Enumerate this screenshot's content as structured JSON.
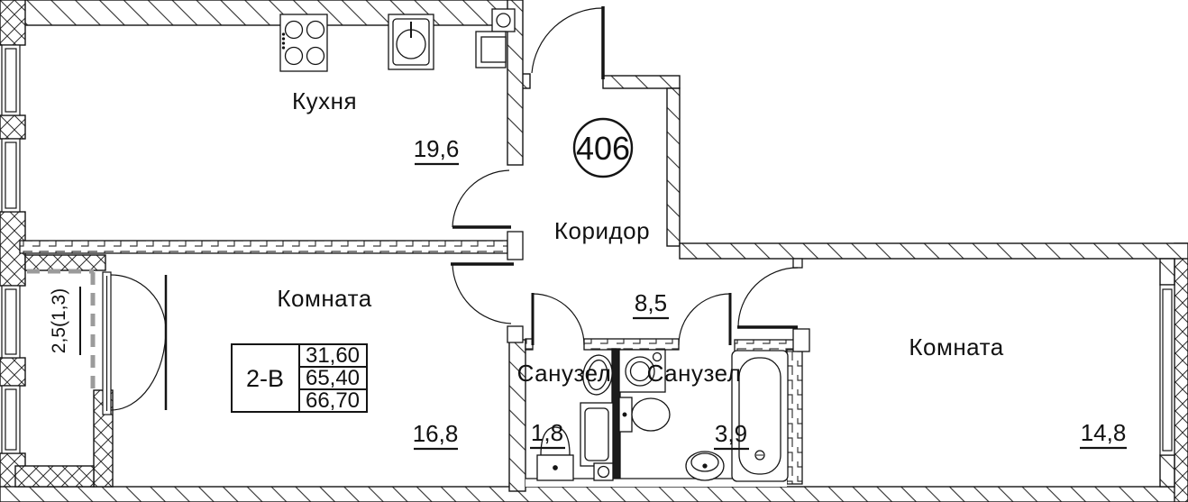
{
  "apartment": {
    "number": "406"
  },
  "rooms": {
    "kitchen": {
      "label": "Кухня",
      "area": "19,6"
    },
    "corridor": {
      "label": "Коридор",
      "area": "8,5"
    },
    "room_left": {
      "label": "Комната",
      "area": "16,8"
    },
    "room_right": {
      "label": "Комната",
      "area": "14,8"
    },
    "bath_left": {
      "label": "Санузел",
      "area": "1,8"
    },
    "bath_right": {
      "label": "Санузел",
      "area": "3,9"
    },
    "balcony": {
      "area": "2,5(1,3)"
    }
  },
  "unit_table": {
    "type": "2-В",
    "rows": [
      "31,60",
      "65,40",
      "66,70"
    ]
  },
  "colors": {
    "wall_stroke": "#141414",
    "hatch_line": "#2e2e2e",
    "glazing_gray": "#9b9b9b"
  }
}
